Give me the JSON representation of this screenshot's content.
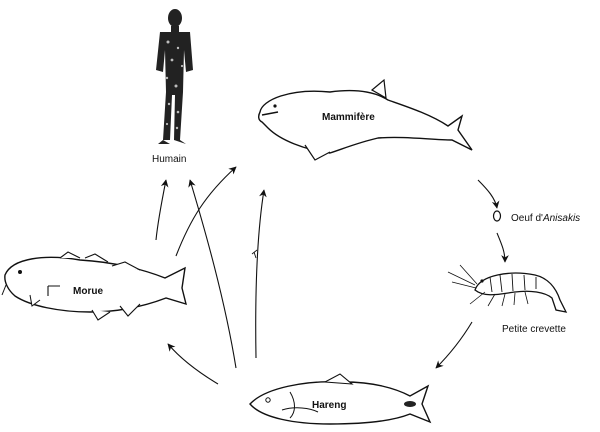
{
  "labels": {
    "human": "Humain",
    "mammal": "Mammifère",
    "egg_prefix": "Oeuf d'",
    "egg_species": "Anisakis",
    "shrimp": "Petite crevette",
    "herring": "Hareng",
    "cod": "Morue"
  },
  "icons": {
    "human": "human-figure-icon",
    "mammal": "whale-icon",
    "egg": "egg-icon",
    "shrimp": "shrimp-icon",
    "herring": "herring-icon",
    "cod": "cod-icon"
  },
  "colors": {
    "ink": "#111111",
    "fill": "#ffffff"
  }
}
